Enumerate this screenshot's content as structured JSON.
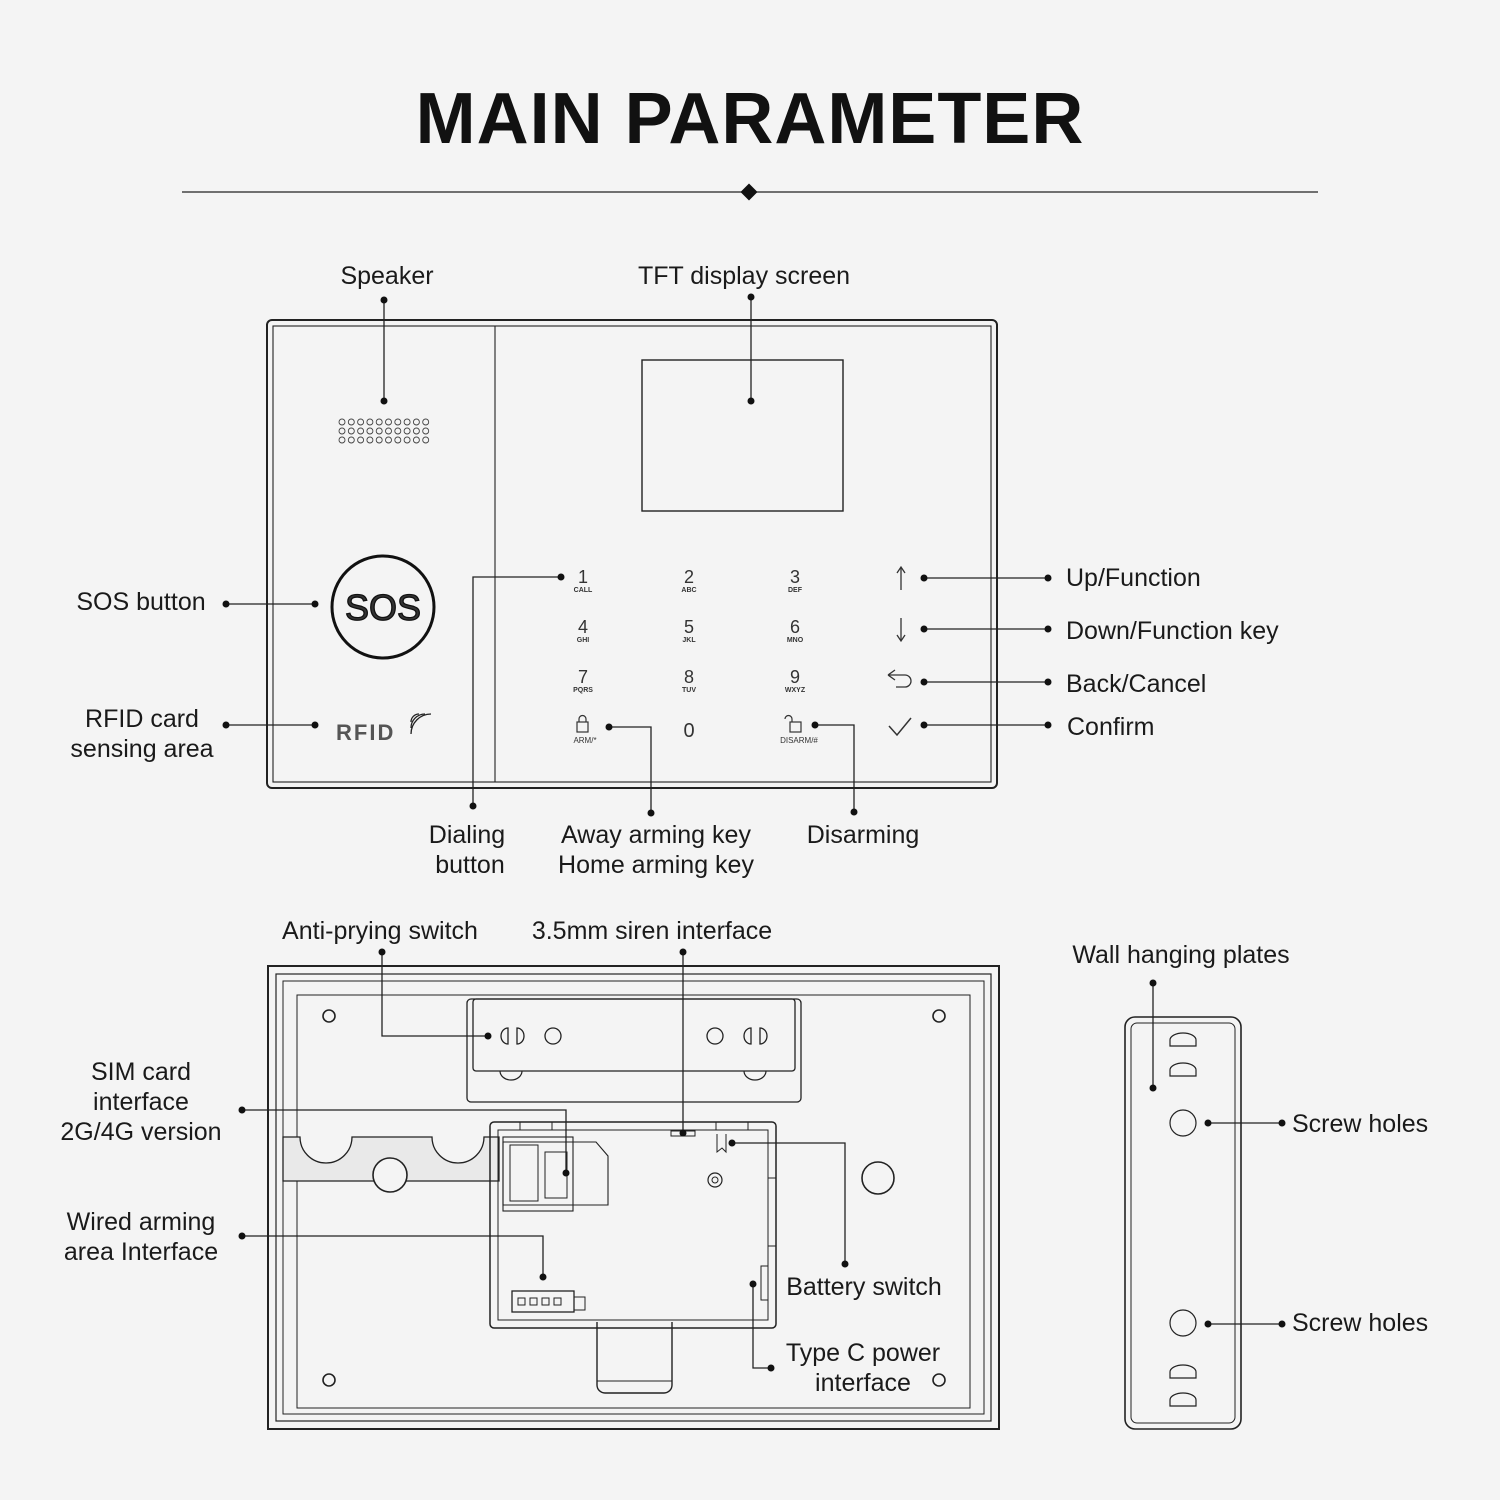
{
  "title": "MAIN PARAMETER",
  "front_panel": {
    "labels": {
      "speaker": "Speaker",
      "tft": "TFT display screen",
      "sos_button": "SOS button",
      "rfid_area_line1": "RFID card",
      "rfid_area_line2": "sensing area",
      "dialing_line1": "Dialing",
      "dialing_line2": "button",
      "away_arming": "Away arming key",
      "home_arming": "Home arming key",
      "disarming": "Disarming",
      "up_function": "Up/Function",
      "down_function": "Down/Function key",
      "back_cancel": "Back/Cancel",
      "confirm": "Confirm"
    },
    "sos_text": "SOS",
    "rfid_text": "RFID",
    "keypad": [
      {
        "digit": "1",
        "sub": "CALL"
      },
      {
        "digit": "2",
        "sub": "ABC"
      },
      {
        "digit": "3",
        "sub": "DEF"
      },
      {
        "digit": "4",
        "sub": "GHI"
      },
      {
        "digit": "5",
        "sub": "JKL"
      },
      {
        "digit": "6",
        "sub": "MNO"
      },
      {
        "digit": "7",
        "sub": "PQRS"
      },
      {
        "digit": "8",
        "sub": "TUV"
      },
      {
        "digit": "9",
        "sub": "WXYZ"
      }
    ],
    "bottom_keys": {
      "arm": "ARM/*",
      "zero": "0",
      "disarm": "DISARM/#"
    },
    "function_icons": [
      "up-arrow-icon",
      "down-arrow-icon",
      "back-icon",
      "check-icon"
    ]
  },
  "back_panel": {
    "labels": {
      "anti_prying": "Anti-prying switch",
      "siren": "3.5mm siren interface",
      "sim_line1": "SIM card",
      "sim_line2": "interface",
      "sim_line3": "2G/4G version",
      "wired_line1": "Wired arming",
      "wired_line2": "area Interface",
      "battery_switch": "Battery switch",
      "typec_line1": "Type C power",
      "typec_line2": "interface"
    }
  },
  "wall_plate": {
    "labels": {
      "title": "Wall hanging plates",
      "screw_holes_top": "Screw holes",
      "screw_holes_bottom": "Screw holes"
    }
  }
}
